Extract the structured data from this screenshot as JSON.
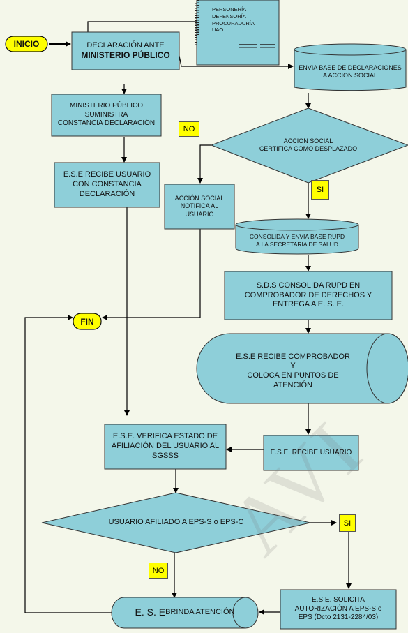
{
  "nodes": {
    "inicio": "INICIO",
    "fin": "FIN",
    "declaracion_1": "DECLARACIÓN ANTE",
    "declaracion_2": "MINISTERIO PÚBLICO",
    "doc_lines": [
      "PERSONERÍA",
      "DEFENSORÍA",
      "PROCURADURÍA",
      "UAO"
    ],
    "envia_base": "ENVIA BASE DE DECLARACIONES\nA ACCION SOCIAL",
    "ministerio_suministra": "MINISTERIO PÚBLICO\nSUMINISTRA\nCONSTANCIA DECLARACIÓN",
    "accion_social_certifica": "ACCION SOCIAL\nCERTIFICA  COMO DESPLAZADO",
    "ese_recibe_usuario_constancia": "E.S.E RECIBE USUARIO\nCON CONSTANCIA\nDECLARACIÓN",
    "accion_social_notifica": "ACCIÓN SOCIAL\nNOTIFICA AL\nUSUARIO",
    "consolida_envia": "CONSOLIDA Y ENVIA BASE RUPD\nA LA SECRETARIA DE SALUD",
    "sds_consolida": "S.D.S CONSOLIDA RUPD EN\nCOMPROBADOR DE DERECHOS Y\nENTREGA A E. S. E.",
    "ese_recibe_comprobador": "E.S.E RECIBE COMPROBADOR\nY\nCOLOCA EN PUNTOS DE\nATENCIÓN",
    "ese_verifica": "E.S.E. VERIFICA ESTADO DE\nAFILIACIÓN DEL USUARIO AL\nSGSSS",
    "ese_recibe_usuario": "E.S.E. RECIBE USUARIO",
    "usuario_afiliado": "USUARIO AFILIADO A EPS-S o EPS-C",
    "ese_solicita": "E.S.E. SOLICITA\nAUTORIZACIÓN A EPS-S o\nEPS (Dcto 2131-2284/03)",
    "ese_brinda_big": "E. S. E",
    "ese_brinda_small": " BRINDA ATENCIÓN"
  },
  "labels": {
    "no_1": "NO",
    "si_1": "SI",
    "si_2": "SI",
    "no_2": "NO"
  },
  "colors": {
    "box_fill": "#8ecfd9",
    "terminal_fill": "#ffff00",
    "background": "#f4f7ea"
  },
  "watermark": "AVI"
}
